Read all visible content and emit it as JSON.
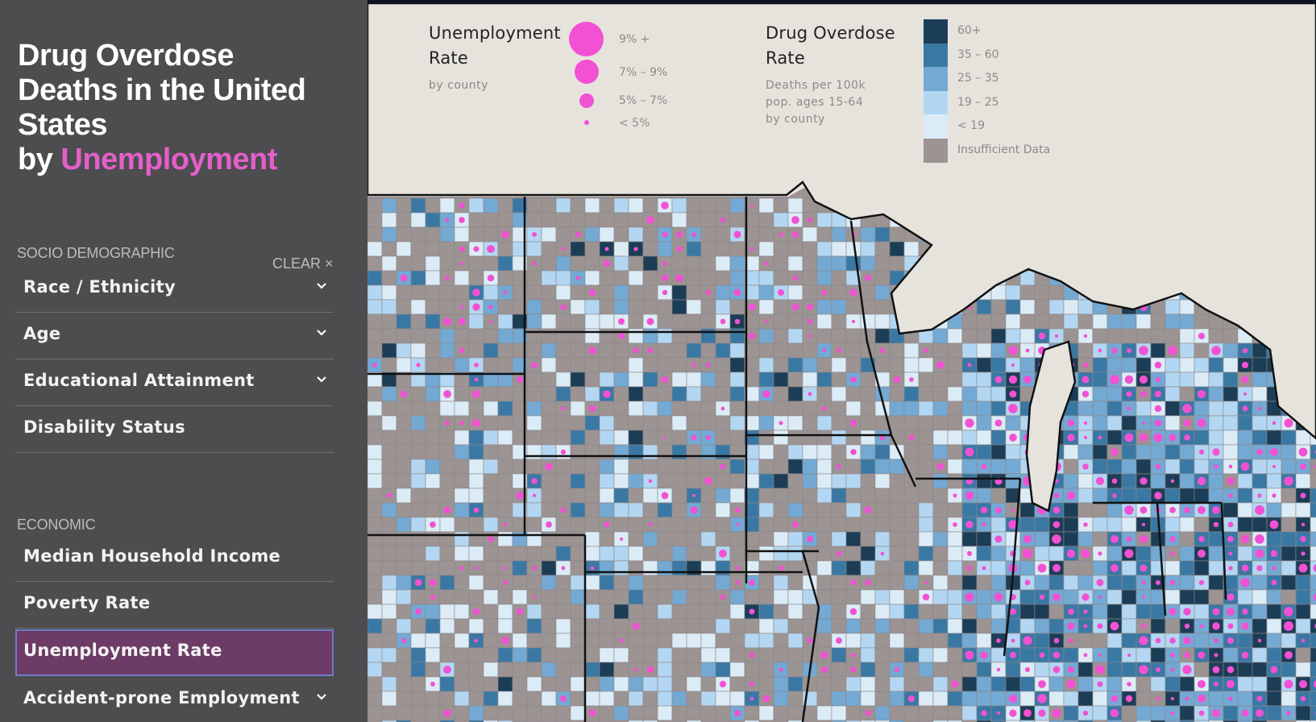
{
  "title": {
    "line1": "Drug Overdose",
    "line2": "Deaths in the United",
    "line3": "States",
    "by": "by",
    "accent": "Unemployment",
    "accent_color": "#e35fc9"
  },
  "sidebar": {
    "sections": [
      {
        "label": "SOCIO DEMOGRAPHIC",
        "clear_label": "CLEAR ×",
        "items": [
          {
            "label": "Race / Ethnicity",
            "expandable": true
          },
          {
            "label": "Age",
            "expandable": true
          },
          {
            "label": "Educational Attainment",
            "expandable": true
          },
          {
            "label": "Disability Status",
            "expandable": false
          }
        ]
      },
      {
        "label": "ECONOMIC",
        "items": [
          {
            "label": "Median Household Income",
            "expandable": false
          },
          {
            "label": "Poverty Rate",
            "expandable": false
          },
          {
            "label": "Unemployment Rate",
            "expandable": false,
            "active": true
          },
          {
            "label": "Accident-prone Employment",
            "expandable": true
          }
        ]
      }
    ]
  },
  "legend": {
    "unemployment": {
      "title": "Unemployment Rate",
      "subtitle": "by county",
      "dot_color": "#f251d3",
      "entries": [
        {
          "label": "9% +"
        },
        {
          "label": "7% – 9%"
        },
        {
          "label": "5% – 7%"
        },
        {
          "label": "< 5%"
        }
      ]
    },
    "overdose": {
      "title": "Drug Overdose Rate",
      "subtitle": "Deaths per 100k\npop. ages 15-64\nby county",
      "entries": [
        {
          "label": "60+",
          "color": "#1c3d56"
        },
        {
          "label": "35 – 60",
          "color": "#3a78a4"
        },
        {
          "label": "25 – 35",
          "color": "#73a9d3"
        },
        {
          "label": "19 – 25",
          "color": "#b3d7f2"
        },
        {
          "label": "< 19",
          "color": "#dcecf7"
        },
        {
          "label": "Insufficient Data",
          "color": "#9c9393"
        }
      ]
    }
  }
}
